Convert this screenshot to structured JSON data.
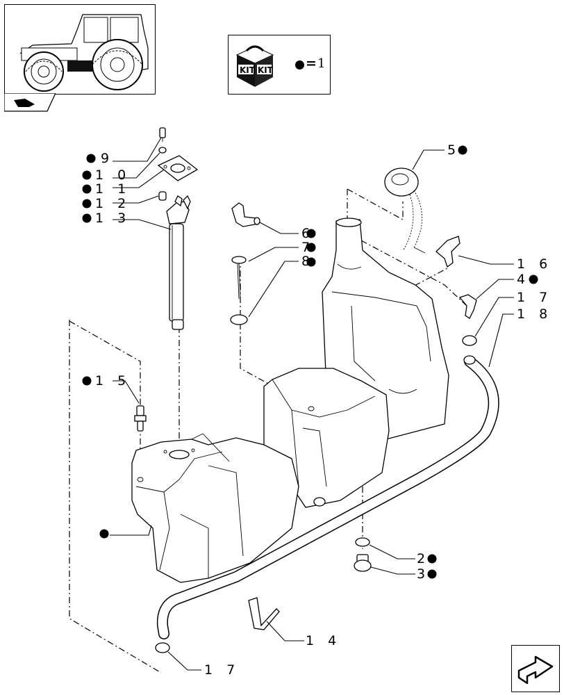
{
  "kit": {
    "badge_text_1": "KIT",
    "badge_text_2": "KIT",
    "legend_eq": "=",
    "legend_qty": "1"
  },
  "callouts": {
    "c9": "9",
    "c10": "1 0",
    "c11": "1 1",
    "c12": "1 2",
    "c13": "1 3",
    "c15": "1 5",
    "c5": "5",
    "c6": "6",
    "c7": "7",
    "c8": "8",
    "c16": "1 6",
    "c4": "4",
    "c17a": "1 7",
    "c18": "1 8",
    "c2": "2",
    "c3": "3",
    "c14": "1 4",
    "c17b": "1 7"
  },
  "icons": [
    "tractor-thumbnail",
    "kit-box-icon",
    "bullet-icon",
    "nav-back-icon",
    "next-page-icon"
  ]
}
